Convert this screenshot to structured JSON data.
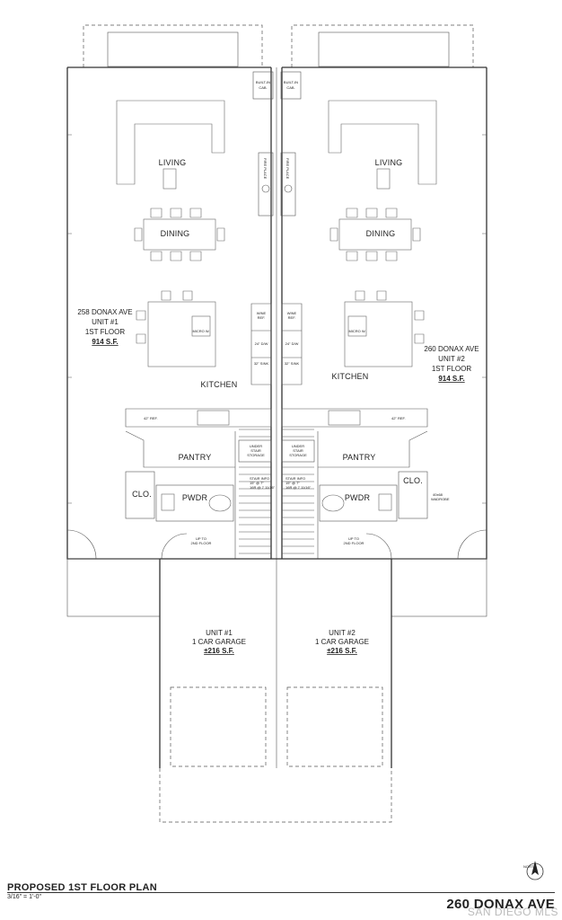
{
  "rooms": {
    "living": "LIVING",
    "dining": "DINING",
    "kitchen": "KITCHEN",
    "pantry": "PANTRY",
    "pwdr": "PWDR",
    "clo": "CLO."
  },
  "unit1": {
    "line1": "258 DONAX AVE",
    "line2": "UNIT #1",
    "line3": "1ST FLOOR",
    "area": "914 S.F."
  },
  "unit2": {
    "line1": "260 DONAX AVE",
    "line2": "UNIT #2",
    "line3": "1ST FLOOR",
    "area": "914 S.F."
  },
  "garage1": {
    "line1": "UNIT #1",
    "line2": "1 CAR GARAGE",
    "area": "±216 S.F."
  },
  "garage2": {
    "line1": "UNIT #2",
    "line2": "1 CAR GARAGE",
    "area": "±216 S.F."
  },
  "notes": {
    "built_in": "BUILT-IN",
    "cab": "CAB.",
    "fireplace": "FIRE PLACE",
    "wine": "WINE",
    "ref": "REF.",
    "dw": "24\" D/W",
    "sink": "32\" SINK",
    "fridge": "42\" REF.",
    "micro": "MICRO W.",
    "under": "UNDER",
    "stair": "STAIR",
    "storage": "STORAGE",
    "stair_info": "STAIR INFO",
    "rise": "15\" @ 7\"",
    "run": "16R @ 7 11/16\"",
    "up": "UP TO",
    "second": "2ND FLOOR",
    "wardrobe1": "40x68",
    "wardrobe2": "WADROBE",
    "north": "NORTH"
  },
  "title": {
    "plan": "PROPOSED 1ST FLOOR PLAN",
    "scale": "3/16\" = 1'-0\"",
    "address": "260 DONAX AVE"
  },
  "watermark": "SAN DIEGO MLS"
}
